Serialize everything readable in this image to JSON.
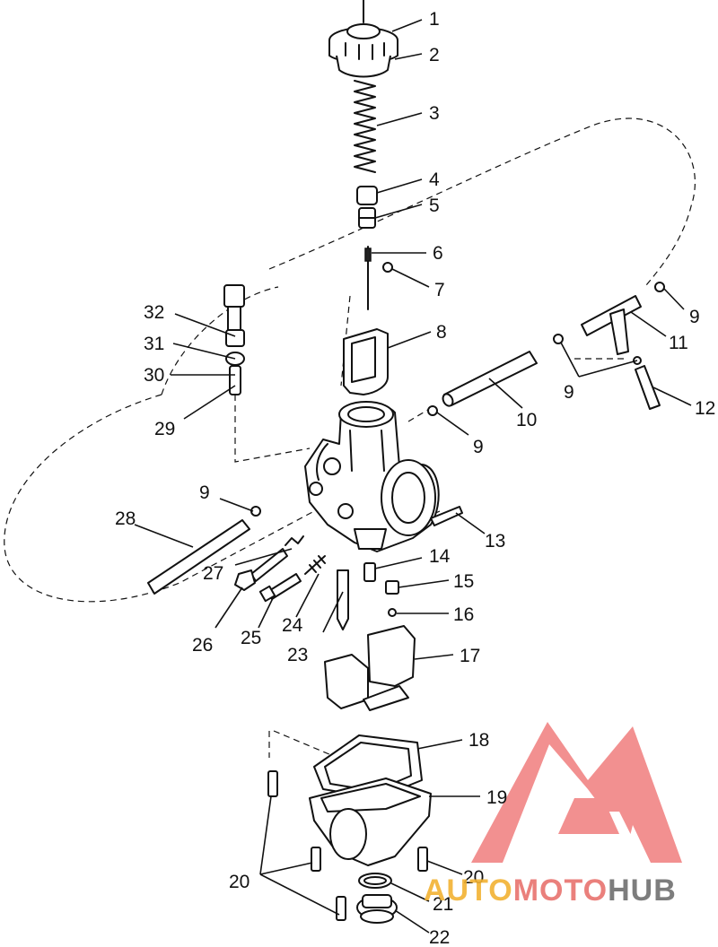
{
  "callouts": [
    {
      "id": "1",
      "label": "1"
    },
    {
      "id": "2",
      "label": "2"
    },
    {
      "id": "3",
      "label": "3"
    },
    {
      "id": "4",
      "label": "4"
    },
    {
      "id": "5",
      "label": "5"
    },
    {
      "id": "6",
      "label": "6"
    },
    {
      "id": "7",
      "label": "7"
    },
    {
      "id": "8",
      "label": "8"
    },
    {
      "id": "9a",
      "label": "9"
    },
    {
      "id": "9b",
      "label": "9"
    },
    {
      "id": "9c",
      "label": "9"
    },
    {
      "id": "9d",
      "label": "9"
    },
    {
      "id": "10",
      "label": "10"
    },
    {
      "id": "11",
      "label": "11"
    },
    {
      "id": "12",
      "label": "12"
    },
    {
      "id": "13",
      "label": "13"
    },
    {
      "id": "14",
      "label": "14"
    },
    {
      "id": "15",
      "label": "15"
    },
    {
      "id": "16",
      "label": "16"
    },
    {
      "id": "17",
      "label": "17"
    },
    {
      "id": "18",
      "label": "18"
    },
    {
      "id": "19",
      "label": "19"
    },
    {
      "id": "20a",
      "label": "20"
    },
    {
      "id": "20b",
      "label": "20"
    },
    {
      "id": "21",
      "label": "21"
    },
    {
      "id": "22",
      "label": "22"
    },
    {
      "id": "23",
      "label": "23"
    },
    {
      "id": "24",
      "label": "24"
    },
    {
      "id": "25",
      "label": "25"
    },
    {
      "id": "26",
      "label": "26"
    },
    {
      "id": "27",
      "label": "27"
    },
    {
      "id": "28",
      "label": "28"
    },
    {
      "id": "29",
      "label": "29"
    },
    {
      "id": "30",
      "label": "30"
    },
    {
      "id": "31",
      "label": "31"
    },
    {
      "id": "32",
      "label": "32"
    }
  ],
  "watermark": {
    "word_auto": "AUTO",
    "word_moto": "MOTO",
    "word_hub": "HUB",
    "color_auto": "#f2b233",
    "color_moto": "#e8736e",
    "color_hub": "#6f6f6f",
    "logo_color": "#ee6b6b"
  }
}
